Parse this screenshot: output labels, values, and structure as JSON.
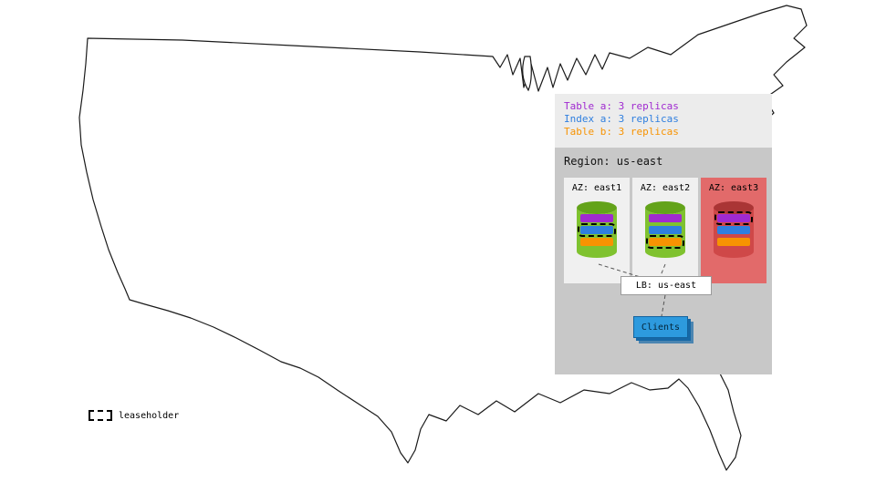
{
  "colors": {
    "table_a": "#a02ad0",
    "index_a": "#2f7fdf",
    "table_b": "#f79302",
    "cylinder_body": "#7fc22f",
    "cylinder_top": "#63a31a",
    "cylinder_down_body": "#cf4848",
    "cylinder_down_top": "#aa3535",
    "header_bg": "#ececec",
    "region_bg": "#c8c8c8",
    "az_bg": "#f0f0f0",
    "az_down_bg": "#e26a6a",
    "clients_front": "#2d9ade",
    "clients_back": "#1668a6"
  },
  "summary": {
    "lines": [
      {
        "text": "Table a: 3 replicas",
        "color_key": "table_a"
      },
      {
        "text": "Index a: 3 replicas",
        "color_key": "index_a"
      },
      {
        "text": "Table b: 3 replicas",
        "color_key": "table_b"
      }
    ]
  },
  "region": {
    "label": "Region: us-east",
    "azs": [
      {
        "label": "AZ: east1",
        "status": "up",
        "bars": [
          {
            "name": "table-a-replica",
            "color": "table_a",
            "leaseholder": false
          },
          {
            "name": "index-a-replica",
            "color": "index_a",
            "leaseholder": true
          },
          {
            "name": "table-b-replica",
            "color": "table_b",
            "leaseholder": false
          }
        ]
      },
      {
        "label": "AZ: east2",
        "status": "up",
        "bars": [
          {
            "name": "table-a-replica",
            "color": "table_a",
            "leaseholder": false
          },
          {
            "name": "index-a-replica",
            "color": "index_a",
            "leaseholder": false
          },
          {
            "name": "table-b-replica",
            "color": "table_b",
            "leaseholder": true
          }
        ]
      },
      {
        "label": "AZ: east3",
        "status": "down",
        "bars": [
          {
            "name": "table-a-replica",
            "color": "table_a",
            "leaseholder": true
          },
          {
            "name": "index-a-replica",
            "color": "index_a",
            "leaseholder": false
          },
          {
            "name": "table-b-replica",
            "color": "table_b",
            "leaseholder": false
          }
        ]
      }
    ]
  },
  "lb": {
    "label": "LB: us-east"
  },
  "clients": {
    "label": "Clients"
  },
  "legend": {
    "leaseholder": "leaseholder"
  }
}
